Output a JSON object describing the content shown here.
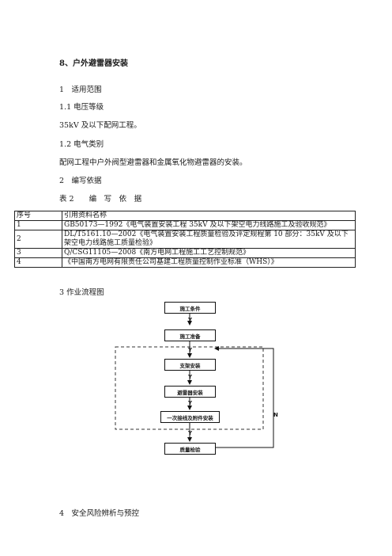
{
  "section_title": "8、户外避雷器安装",
  "s1": "1　适用范围",
  "s1_1": "1.1 电压等级",
  "s1_1_text": "35kV 及以下配网工程。",
  "s1_2": "1.2 电气类别",
  "s1_2_text": "配网工程中户外阀型避雷器和金属氧化物避雷器的安装。",
  "s2": "2　编写依据",
  "table_caption": "表 2　　编　写　依　据",
  "table": {
    "headers": [
      "序号",
      "引用资料名称"
    ],
    "rows": [
      [
        "1",
        "GB50173—1992《电气装置安装工程 35kV 及以下架空电力线路施工及验收规范》"
      ],
      [
        "2",
        "DL/T5161.10—2002《电气装置安装工程质量检验及评定规程第 10 部分：35kV 及以下架空电力线路施工质量检验》"
      ],
      [
        "3",
        "Q/CSG11105—2008《南方电网工程施工工艺控制规范》"
      ],
      [
        "4",
        "《中国南方电网有限责任公司基建工程质量控制作业标准（WHS）》"
      ]
    ]
  },
  "s3": "3 作业流程图",
  "flow": {
    "steps": [
      "施工条件",
      "施工准备",
      "支架安装",
      "避雷器安装",
      "一次接线及附件安装",
      "质量检验"
    ],
    "yes_label": "Y",
    "no_label": "N"
  },
  "s4": "4　安全风险辨析与预控"
}
